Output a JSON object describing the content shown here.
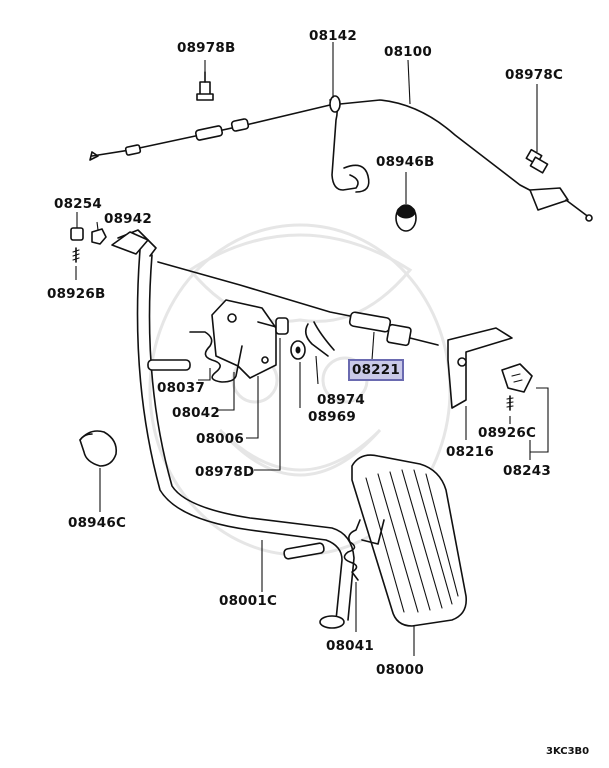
{
  "diagram": {
    "callouts": [
      {
        "id": "08978B",
        "text": "08978B"
      },
      {
        "id": "08142",
        "text": "08142"
      },
      {
        "id": "08100",
        "text": "08100"
      },
      {
        "id": "08978C",
        "text": "08978C"
      },
      {
        "id": "08946B",
        "text": "08946B"
      },
      {
        "id": "08254",
        "text": "08254"
      },
      {
        "id": "08942",
        "text": "08942"
      },
      {
        "id": "08926B",
        "text": "08926B"
      },
      {
        "id": "08221",
        "text": "08221",
        "highlighted": true
      },
      {
        "id": "08037",
        "text": "08037"
      },
      {
        "id": "08974",
        "text": "08974"
      },
      {
        "id": "08042",
        "text": "08042"
      },
      {
        "id": "08969",
        "text": "08969"
      },
      {
        "id": "08006",
        "text": "08006"
      },
      {
        "id": "08978D",
        "text": "08978D"
      },
      {
        "id": "08926C",
        "text": "08926C"
      },
      {
        "id": "08216",
        "text": "08216"
      },
      {
        "id": "08243",
        "text": "08243"
      },
      {
        "id": "08946C",
        "text": "08946C"
      },
      {
        "id": "08001C",
        "text": "08001C"
      },
      {
        "id": "08041",
        "text": "08041"
      },
      {
        "id": "08000",
        "text": "08000"
      }
    ],
    "diagram_code": "3KC3B0",
    "highlight_color": "#c9c9e8"
  }
}
